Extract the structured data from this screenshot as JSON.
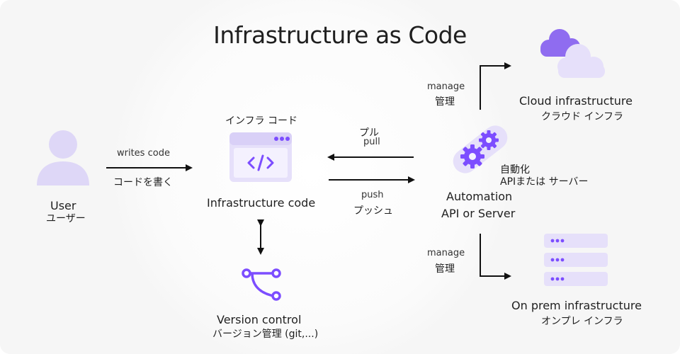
{
  "title": "Infrastructure as Code",
  "colors": {
    "accent": "#7c4dff",
    "lavender": "#e9e4fb",
    "icon_fill": "#ded7f7",
    "arrow": "#111111"
  },
  "user": {
    "label": "User",
    "label_jp": "ユーザー",
    "icon": "user-icon"
  },
  "writes": {
    "label": "writes code",
    "label_jp": "コードを書く"
  },
  "code": {
    "label_jp": "インフラ コード",
    "label": "Infrastructure code",
    "icon": "code-window-icon"
  },
  "pull": {
    "label_jp": "プル",
    "label": "pull"
  },
  "push": {
    "label": "push",
    "label_jp": "プッシュ"
  },
  "automation": {
    "label_jp": "自動化",
    "api_jp": "APIまたは サーバー",
    "label": "Automation",
    "sub": "API or Server",
    "icon": "gears-icon"
  },
  "manage_top": {
    "label": "manage",
    "label_jp": "管理"
  },
  "manage_bottom": {
    "label": "manage",
    "label_jp": "管理"
  },
  "cloud": {
    "label": "Cloud infrastructure",
    "label_jp": "クラウド インフラ",
    "icon": "cloud-icon"
  },
  "onprem": {
    "label": "On prem infrastructure",
    "label_jp": "オンプレ インフラ",
    "icon": "server-stack-icon"
  },
  "vcs": {
    "label": "Version control",
    "label_jp": "バージョン管理 (git,...)",
    "icon": "branch-icon"
  }
}
